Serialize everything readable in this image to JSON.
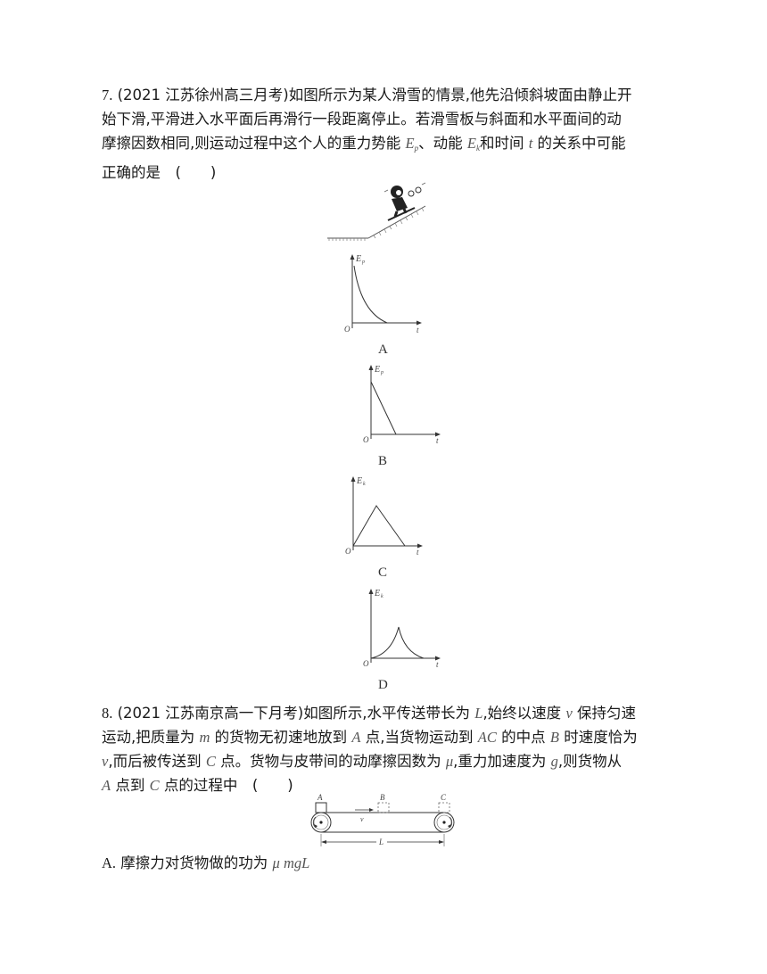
{
  "q7": {
    "line1_num": "7.",
    "line1_src": "(2021 江苏徐州高三月考)",
    "line1_rest": "如图所示为某人滑雪的情景,他先沿倾斜坡面由静止开",
    "line2": "始下滑,平滑进入水平面后再滑行一段距离停止。若滑雪板与斜面和水平面间的动",
    "line3_a": "摩擦因数相同,则运动过程中这个人的重力势能 ",
    "line3_ep": "E",
    "line3_ep_sub": "p",
    "line3_b": "、动能 ",
    "line3_ek": "E",
    "line3_ek_sub": "k",
    "line3_c": "和时间 ",
    "line3_t": "t",
    "line3_d": " 的关系中可能",
    "line4": "正确的是　(　　)",
    "graphs": [
      {
        "label": "A",
        "ylabel": "E",
        "ysub": "p",
        "origin": "O",
        "xlabel": "t"
      },
      {
        "label": "B",
        "ylabel": "E",
        "ysub": "p",
        "origin": "O",
        "xlabel": "t"
      },
      {
        "label": "C",
        "ylabel": "E",
        "ysub": "k",
        "origin": "O",
        "xlabel": "t"
      },
      {
        "label": "D",
        "ylabel": "E",
        "ysub": "k",
        "origin": "O",
        "xlabel": "t"
      }
    ]
  },
  "q8": {
    "line1_num": "8.",
    "line1_src": "(2021 江苏南京高一下月考)",
    "line1_a": "如图所示,水平传送带长为 ",
    "line1_L": "L",
    "line1_b": ",始终以速度 ",
    "line1_v": "v",
    "line1_c": " 保持匀速",
    "line2_a": "运动,把质量为 ",
    "line2_m": "m",
    "line2_b": " 的货物无初速地放到 ",
    "line2_A": "A",
    "line2_c": " 点,当货物运动到 ",
    "line2_AC": "AC",
    "line2_d": " 的中点 ",
    "line2_B": "B",
    "line2_e": " 时速度恰为",
    "line3_v": "v",
    "line3_a": ",而后被传送到 ",
    "line3_C": "C",
    "line3_b": " 点。货物与皮带间的动摩擦因数为 ",
    "line3_mu": "μ",
    "line3_c": ",重力加速度为 ",
    "line3_g": "g",
    "line3_d": ",则货物从",
    "line4_A": "A",
    "line4_a": " 点到 ",
    "line4_C": "C",
    "line4_b": " 点的过程中　(　　)",
    "belt": {
      "A": "A",
      "B": "B",
      "C": "C",
      "v": "v",
      "L": "L"
    },
    "optionA_label": "A.",
    "optionA_text": " 摩擦力对货物做的功为 ",
    "optionA_formula": "μ mgL"
  }
}
